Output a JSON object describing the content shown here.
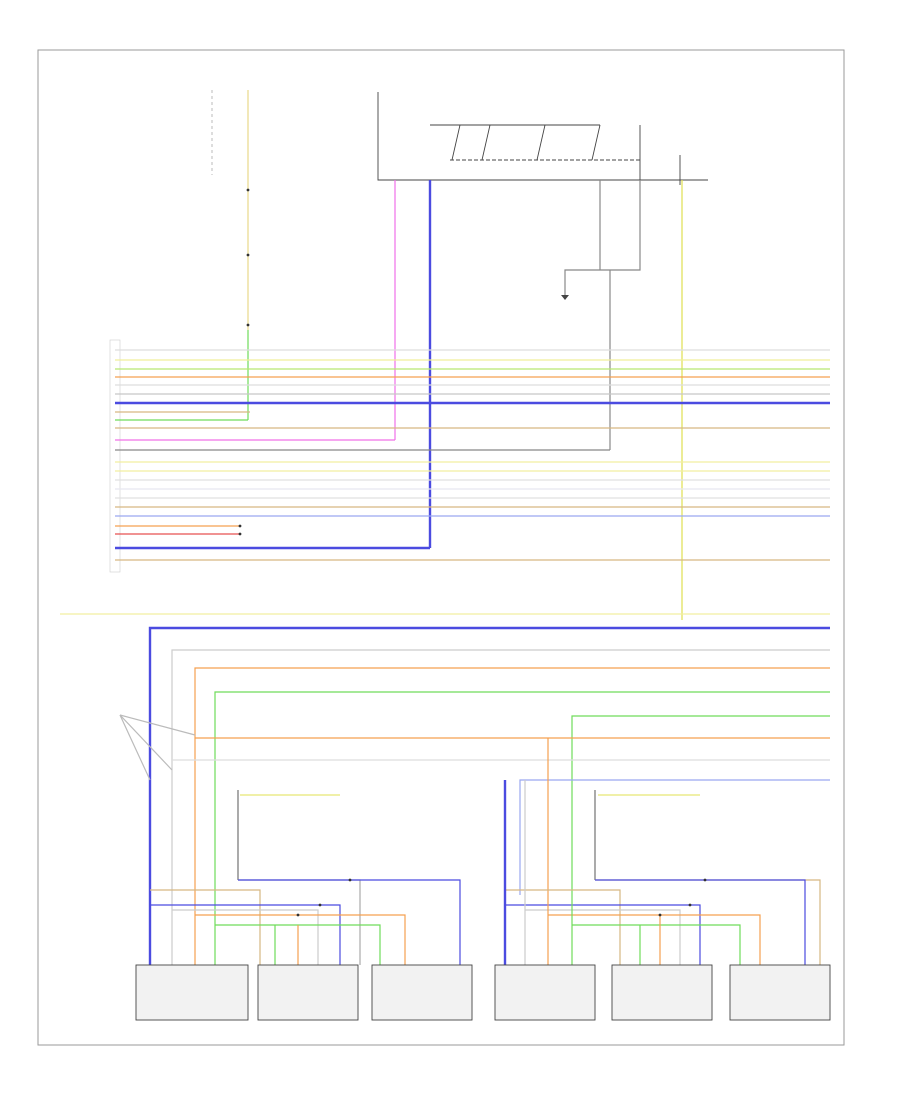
{
  "diagram": {
    "page_number_text": "",
    "title": "",
    "colors": {
      "frame": "#9a9a9a",
      "black": "#333333",
      "yellow": "#e8e85a",
      "light_yellow": "#f2efa0",
      "blue": "#3b3bd6",
      "pink": "#f070e8",
      "orange": "#f5a050",
      "green": "#6fdc5a",
      "grey": "#aaaaaa",
      "tan": "#d6b882",
      "red": "#e85050",
      "light_blue": "#9aa8f0",
      "lime": "#b8e870"
    },
    "components": [
      {
        "id": "left-rear-door-lamp-1",
        "label": ""
      },
      {
        "id": "left-rear-door-lamp-2",
        "label": ""
      },
      {
        "id": "left-rear-door-lamp-3",
        "label": ""
      },
      {
        "id": "right-rear-door-lamp-1",
        "label": ""
      },
      {
        "id": "right-rear-door-lamp-2",
        "label": ""
      },
      {
        "id": "right-rear-door-lamp-3",
        "label": ""
      }
    ]
  }
}
